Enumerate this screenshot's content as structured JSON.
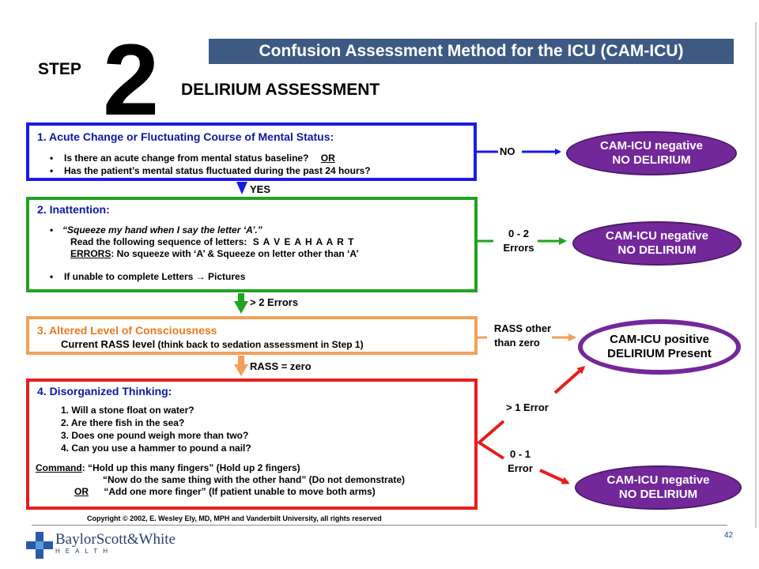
{
  "header": {
    "banner": "Confusion Assessment Method for the ICU (CAM-ICU)",
    "step_word": "STEP",
    "step_number": "2",
    "section_title": "DELIRIUM ASSESSMENT"
  },
  "box1": {
    "title": "1. Acute Change or Fluctuating Course of Mental Status:",
    "bullet1": "Is there an acute change from mental status baseline?",
    "bullet1_or": "OR",
    "bullet2": "Has the patient’s mental status fluctuated during the past 24 hours?"
  },
  "box2": {
    "title": "2. Inattention:",
    "quote": "“Squeeze my hand when I say the letter ‘A’.”",
    "read_line": "Read the following sequence of letters:",
    "letters": "S A V E A H A A R T",
    "errors_label": "ERRORS",
    "errors_text": ": No squeeze with ‘A’ & Squeeze on letter other than ‘A’",
    "unable": "If unable to complete Letters → Pictures"
  },
  "box3": {
    "title": "3. Altered Level of Consciousness",
    "line_bold": "Current RASS level",
    "line_rest": " (think back to sedation assessment in Step 1)"
  },
  "box4": {
    "title": "4. Disorganized Thinking:",
    "q1": "1. Will a stone float on water?",
    "q2": "2. Are there fish in the sea?",
    "q3": "3. Does one pound weigh more than two?",
    "q4": "4. Can you use a hammer to pound a nail?",
    "command_label": "Command",
    "command1": ":  “Hold up this many fingers” (Hold up 2 fingers)",
    "command2": "“Now do the same thing with the other hand” (Do not demonstrate)",
    "or_label": "OR",
    "command3": "“Add one more finger” (If patient unable to move both arms)"
  },
  "connectors": {
    "no": "NO",
    "yes": "YES",
    "errors_0_2_a": "0 - 2",
    "errors_0_2_b": "Errors",
    "gt2_errors": "> 2 Errors",
    "rass_other_a": "RASS other",
    "rass_other_b": "than zero",
    "rass_zero": "RASS = zero",
    "gt1_error": "> 1 Error",
    "errors_0_1_a": "0 - 1",
    "errors_0_1_b": "Error"
  },
  "outcomes": {
    "neg1_a": "CAM-ICU negative",
    "neg1_b": "NO DELIRIUM",
    "neg2_a": "CAM-ICU negative",
    "neg2_b": "NO DELIRIUM",
    "pos_a": "CAM-ICU positive",
    "pos_b": "DELIRIUM Present",
    "neg3_a": "CAM-ICU negative",
    "neg3_b": "NO DELIRIUM"
  },
  "footer": {
    "copyright": "Copyright © 2002, E. Wesley Ely, MD, MPH and Vanderbilt University, all rights reserved",
    "logo_name": "BaylorScott&White",
    "logo_sub": "HEALTH",
    "page_number": "42"
  },
  "colors": {
    "banner": "#3d5a83",
    "box1": "#1a1ae6",
    "box2": "#21a321",
    "box3": "#f3a05a",
    "box4": "#e61e1e",
    "negative_oval": "#73289a"
  }
}
